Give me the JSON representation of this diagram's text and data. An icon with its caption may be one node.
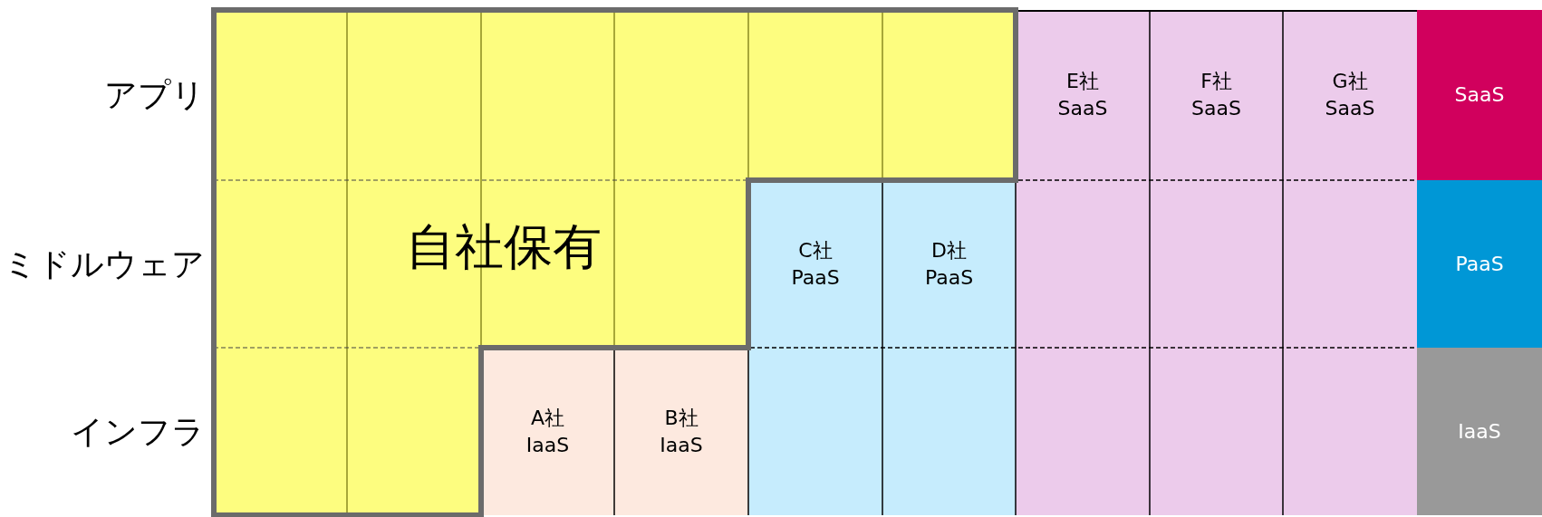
{
  "diagram": {
    "nodes": [
      {
        "text": [
          "自社保有"
        ]
      },
      {
        "text": [
          "A社",
          "IaaS"
        ]
      },
      {
        "text": [
          "B社",
          "IaaS"
        ]
      },
      {
        "text": [
          "C社",
          "PaaS"
        ]
      },
      {
        "text": [
          "D社",
          "PaaS"
        ]
      },
      {
        "text": [
          "E社",
          "SaaS"
        ]
      },
      {
        "text": [
          "F社",
          "SaaS"
        ]
      },
      {
        "text": [
          "G社",
          "SaaS"
        ]
      },
      {
        "text": [
          "SaaS"
        ]
      },
      {
        "text": [
          "PaaS"
        ]
      },
      {
        "text": [
          "IaaS"
        ]
      }
    ],
    "labels": [
      "アプリ",
      "ミドルウェア",
      "インフラ"
    ]
  }
}
